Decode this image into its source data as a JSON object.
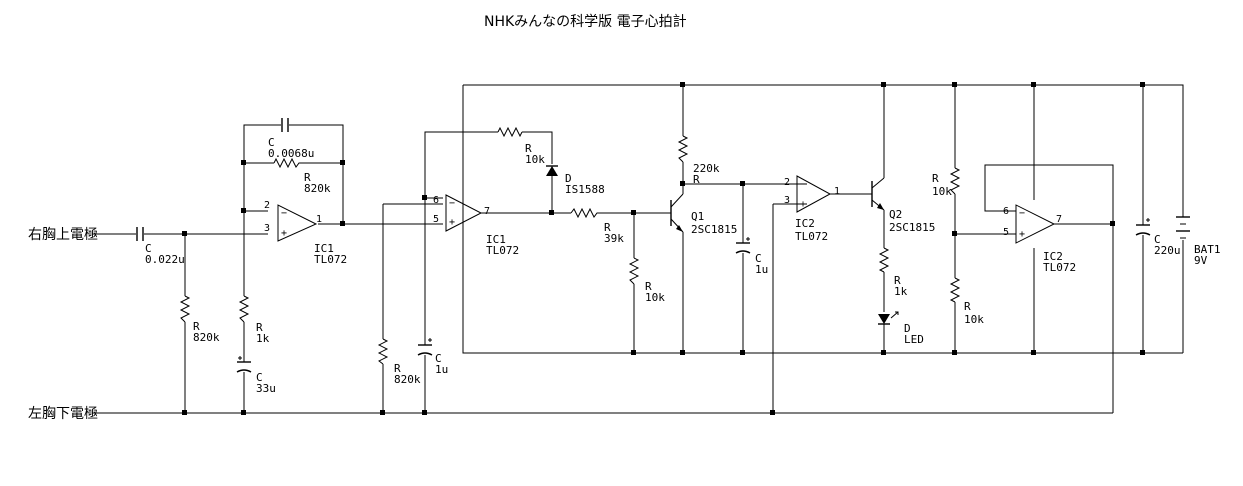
{
  "title": "NHKみんなの科学版 電子心拍計",
  "terminals": {
    "top": "右胸上電極",
    "bottom": "左胸下電極"
  },
  "components": {
    "c_in": {
      "ref": "C",
      "value": "0.022u"
    },
    "r_in": {
      "ref": "R",
      "value": "820k"
    },
    "c_fb": {
      "ref": "C",
      "value": "0.0068u"
    },
    "r_fb": {
      "ref": "R",
      "value": "820k"
    },
    "r_1k_a": {
      "ref": "R",
      "value": "1k"
    },
    "c_33u": {
      "ref": "C",
      "value": "33u"
    },
    "ic1a": {
      "ref": "IC1",
      "part": "TL072",
      "pins": {
        "minus": "2",
        "plus": "3",
        "out": "1"
      }
    },
    "r_bias": {
      "ref": "R",
      "value": "820k"
    },
    "c_1u_a": {
      "ref": "C",
      "value": "1u"
    },
    "ic1b": {
      "ref": "IC1",
      "part": "TL072",
      "pins": {
        "minus": "6",
        "plus": "5",
        "out": "7"
      }
    },
    "r_10k_fb": {
      "ref": "R",
      "value": "10k"
    },
    "d1": {
      "ref": "D",
      "part": "IS1588"
    },
    "r_39k": {
      "ref": "R",
      "value": "39k"
    },
    "r_10k_b": {
      "ref": "R",
      "value": "10k"
    },
    "q1": {
      "ref": "Q1",
      "part": "2SC1815"
    },
    "r_220k": {
      "ref": "R",
      "value": "220k"
    },
    "c_1u_b": {
      "ref": "C",
      "value": "1u"
    },
    "ic2a": {
      "ref": "IC2",
      "part": "TL072",
      "pins": {
        "minus": "2",
        "plus": "3",
        "out": "1"
      }
    },
    "q2": {
      "ref": "Q2",
      "part": "2SC1815"
    },
    "r_1k_b": {
      "ref": "R",
      "value": "1k"
    },
    "led": {
      "ref": "D",
      "part": "LED"
    },
    "r_10k_c": {
      "ref": "R",
      "value": "10k"
    },
    "r_10k_d": {
      "ref": "R",
      "value": "10k"
    },
    "ic2b": {
      "ref": "IC2",
      "part": "TL072",
      "pins": {
        "minus": "6",
        "plus": "5",
        "out": "7"
      }
    },
    "c_220u": {
      "ref": "C",
      "value": "220u"
    },
    "bat": {
      "ref": "BAT1",
      "value": "9V"
    }
  }
}
